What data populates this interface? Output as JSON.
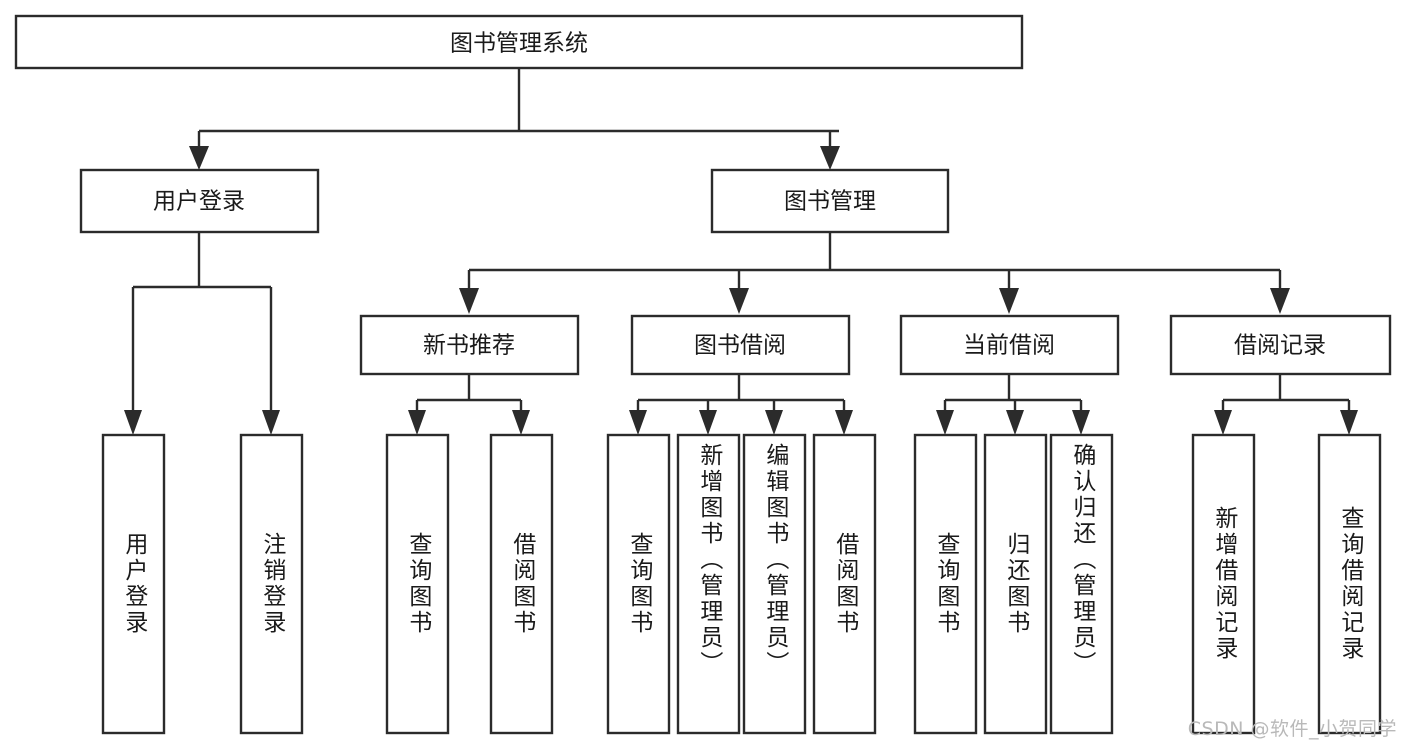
{
  "diagram": {
    "type": "tree-hierarchy",
    "orientation": "top-down",
    "title": "图书管理系统",
    "watermark": "CSDN @软件_小贺同学",
    "colors": {
      "stroke": "#2b2b2b",
      "fill": "#ffffff",
      "text": "#1a1a1a",
      "watermark": "#b9b9b9"
    },
    "levels": [
      {
        "level": 1,
        "nodes": [
          {
            "id": "root",
            "label": "图书管理系统",
            "orientation": "horizontal"
          }
        ]
      },
      {
        "level": 2,
        "nodes": [
          {
            "id": "login",
            "label": "用户登录",
            "orientation": "horizontal",
            "parent": "root"
          },
          {
            "id": "bookmgmt",
            "label": "图书管理",
            "orientation": "horizontal",
            "parent": "root"
          }
        ]
      },
      {
        "level": 3,
        "nodes": [
          {
            "id": "newbook",
            "label": "新书推荐",
            "orientation": "horizontal",
            "parent": "bookmgmt"
          },
          {
            "id": "borrow",
            "label": "图书借阅",
            "orientation": "horizontal",
            "parent": "bookmgmt"
          },
          {
            "id": "current",
            "label": "当前借阅",
            "orientation": "horizontal",
            "parent": "bookmgmt"
          },
          {
            "id": "records",
            "label": "借阅记录",
            "orientation": "horizontal",
            "parent": "bookmgmt"
          }
        ]
      },
      {
        "level": 4,
        "nodes": [
          {
            "id": "leaf-login-1",
            "label": "用户登录",
            "orientation": "vertical",
            "parent": "login"
          },
          {
            "id": "leaf-login-2",
            "label": "注销登录",
            "orientation": "vertical",
            "parent": "login"
          },
          {
            "id": "leaf-newbook-1",
            "label": "查询图书",
            "orientation": "vertical",
            "parent": "newbook"
          },
          {
            "id": "leaf-newbook-2",
            "label": "借阅图书",
            "orientation": "vertical",
            "parent": "newbook"
          },
          {
            "id": "leaf-borrow-1",
            "label": "查询图书",
            "orientation": "vertical",
            "parent": "borrow"
          },
          {
            "id": "leaf-borrow-2",
            "label": "新增图书（管理员）",
            "orientation": "vertical",
            "parent": "borrow"
          },
          {
            "id": "leaf-borrow-3",
            "label": "编辑图书（管理员）",
            "orientation": "vertical",
            "parent": "borrow"
          },
          {
            "id": "leaf-borrow-4",
            "label": "借阅图书",
            "orientation": "vertical",
            "parent": "borrow"
          },
          {
            "id": "leaf-current-1",
            "label": "查询图书",
            "orientation": "vertical",
            "parent": "current"
          },
          {
            "id": "leaf-current-2",
            "label": "归还图书",
            "orientation": "vertical",
            "parent": "current"
          },
          {
            "id": "leaf-current-3",
            "label": "确认归还（管理员）",
            "orientation": "vertical",
            "parent": "current"
          },
          {
            "id": "leaf-records-1",
            "label": "新增借阅记录",
            "orientation": "vertical",
            "parent": "records"
          },
          {
            "id": "leaf-records-2",
            "label": "查询借阅记录",
            "orientation": "vertical",
            "parent": "records"
          }
        ]
      }
    ]
  }
}
